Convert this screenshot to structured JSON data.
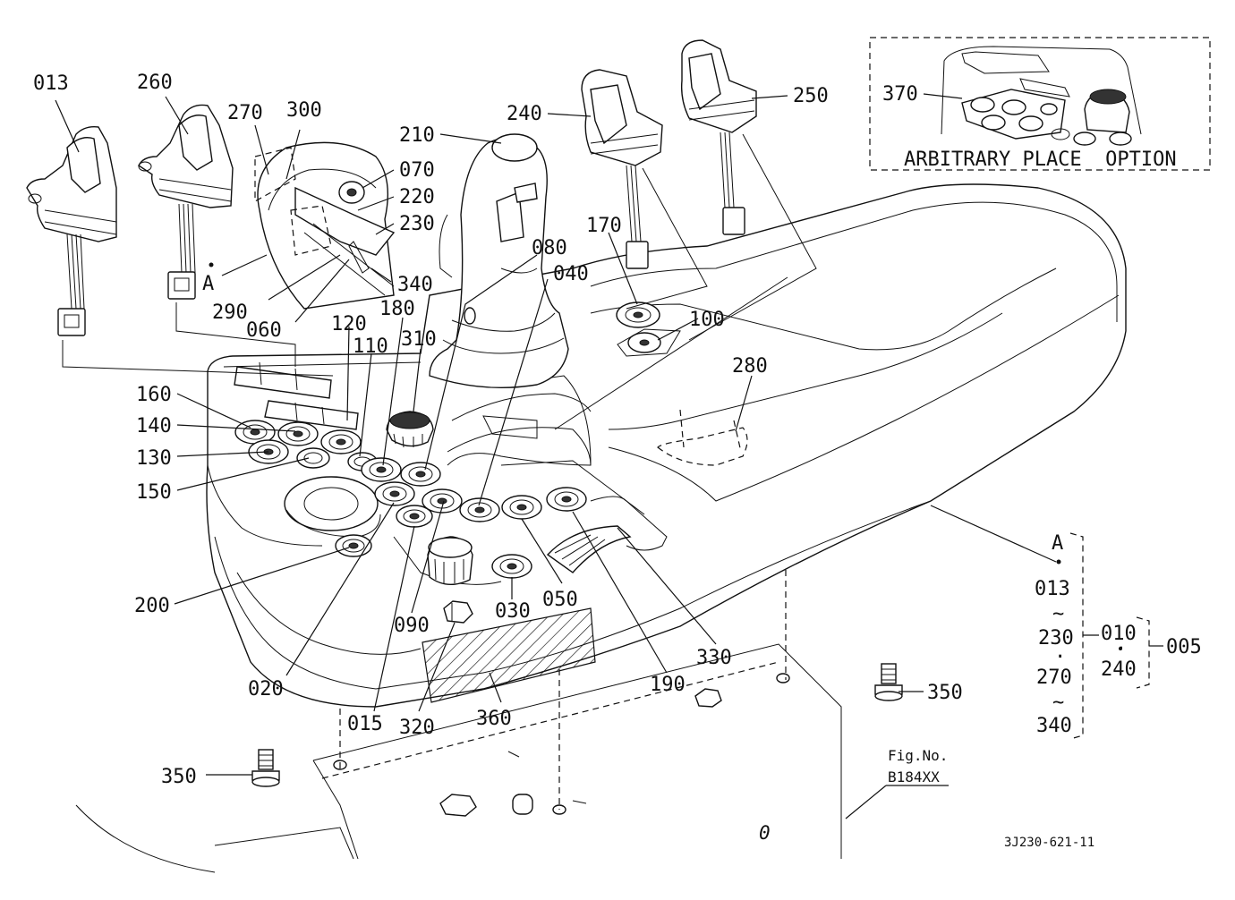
{
  "labels": {
    "l013": "013",
    "l260": "260",
    "l270": "270",
    "l300": "300",
    "l210": "210",
    "l240": "240",
    "l250": "250",
    "l370": "370",
    "l070": "070",
    "l220": "220",
    "l230": "230",
    "l080": "080",
    "l170": "170",
    "l040": "040",
    "l100": "100",
    "l290": "290",
    "l340": "340",
    "l060": "060",
    "l180": "180",
    "l120": "120",
    "l110": "110",
    "l310": "310",
    "l280": "280",
    "l160": "160",
    "l140": "140",
    "l130": "130",
    "l150": "150",
    "l200": "200",
    "l090": "090",
    "l030": "030",
    "l050": "050",
    "l020": "020",
    "l015": "015",
    "l320": "320",
    "l360": "360",
    "l190": "190",
    "l330": "330",
    "l350a": "350",
    "l350b": "350"
  },
  "marker_a": "A",
  "option_box": {
    "caption": "ARBITRARY PLACE  OPTION"
  },
  "legend": {
    "marker": "A",
    "col1": [
      "013",
      "~",
      "230",
      "·",
      "270",
      "~",
      "340"
    ],
    "col2_top": "010",
    "col2_dot": "·",
    "col2_bottom": "240",
    "col3": "005"
  },
  "figure": {
    "title": "Fig.No.",
    "number": "B184XX",
    "code": "3J230-621-11"
  }
}
